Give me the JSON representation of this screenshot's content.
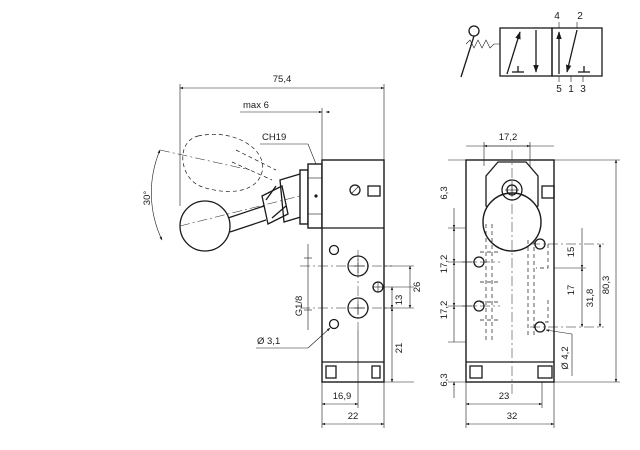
{
  "symbol": {
    "ports": {
      "p4": "4",
      "p2": "2",
      "p5": "5",
      "p1": "1",
      "p3": "3"
    }
  },
  "side_view": {
    "overall_width": "75,4",
    "max_offset": "max 6",
    "wrench_size": "CH19",
    "angle": "30°",
    "port_thread": "G1/8",
    "hole_diameter": "Ø 3,1",
    "spacing_26": "26",
    "spacing_13": "13",
    "spacing_21": "21",
    "width_16_9": "16,9",
    "width_22": "22"
  },
  "front_view": {
    "top_width": "17,2",
    "h_6_3_top": "6,3",
    "h_17_2_a": "17,2",
    "h_17_2_b": "17,2",
    "h_6_3_bottom": "6,3",
    "r_15": "15",
    "r_17": "17",
    "r_31_8": "31,8",
    "overall_height": "80,3",
    "hole_diameter": "Ø 4,2",
    "width_23": "23",
    "width_32": "32"
  }
}
